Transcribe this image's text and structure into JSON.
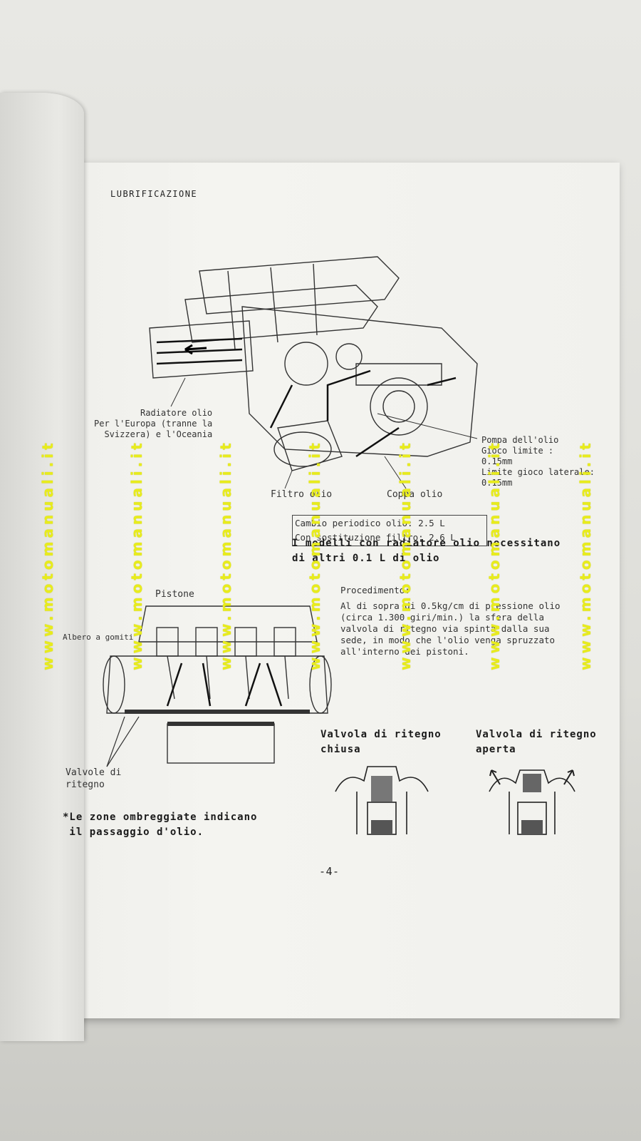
{
  "heading": "LUBRIFICAZIONE",
  "labels": {
    "radiatore": "Radiatore olio\nPer l'Europa (tranne la\nSvizzera) e l'Oceania",
    "pompa": "Pompa dell'olio\nGioco limite :\n0.15mm\nLimite gioco laterale:\n0.15mm",
    "filtro": "Filtro olio",
    "coppa": "Coppa olio",
    "pistone": "Pistone",
    "albero": "Albero a gomiti",
    "valvole": "Valvole di\nritegno"
  },
  "capacity_box": {
    "line1": "Cambio periodico olio: 2.5 L",
    "line2": "Con sostituzione filtro: 2.6 L"
  },
  "note_radiator": "I modelli con radiatore olio necessitano\ndi altri 0.1 L di olio",
  "procedure": {
    "title": "Procedimento:",
    "text": "Al di sopra di 0.5kg/cm di pressione olio\n(circa 1.300 giri/min.) la sfera della\nvalvola di ritegno via spinta dalla sua\nsede, in modo che l'olio venga spruzzato\nall'interno dei pistoni."
  },
  "valve_closed": "Valvola di ritegno\nchiusa",
  "valve_open": "Valvola di ritegno\naperta",
  "footnote": "*Le zone ombreggiate indicano\n il passaggio d'olio.",
  "page_number": "-4-",
  "watermark": "www.motomanuali.it"
}
